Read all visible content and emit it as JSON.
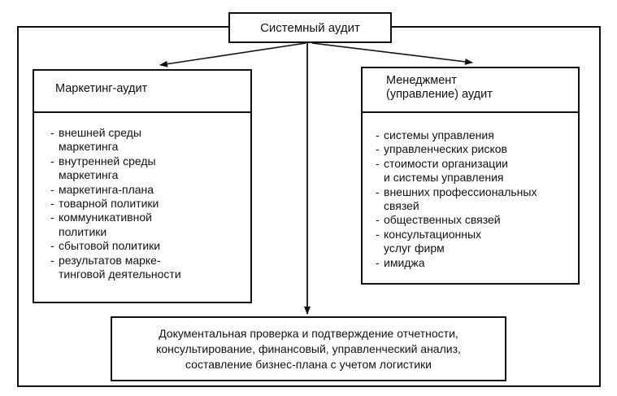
{
  "top_box": {
    "label": "Системный аудит"
  },
  "left_box": {
    "title": "Маркетинг-аудит",
    "items": [
      {
        "lines": [
          "внешней среды",
          "маркетинга"
        ]
      },
      {
        "lines": [
          "внутренней среды",
          "маркетинга"
        ]
      },
      {
        "lines": [
          "маркетинга-плана"
        ]
      },
      {
        "lines": [
          "товарной политики"
        ]
      },
      {
        "lines": [
          "коммуникативной",
          "политики"
        ]
      },
      {
        "lines": [
          "сбытовой политики"
        ]
      },
      {
        "lines": [
          "результатов марке-",
          "тинговой деятельности"
        ]
      }
    ]
  },
  "right_box": {
    "title_lines": [
      "Менеджмент",
      "(управление)  аудит"
    ],
    "items": [
      {
        "lines": [
          "системы управления"
        ]
      },
      {
        "lines": [
          "управленческих рисков"
        ]
      },
      {
        "lines": [
          "стоимости организации",
          "и системы управления"
        ]
      },
      {
        "lines": [
          "внешних профессиональных",
          "связей"
        ]
      },
      {
        "lines": [
          "общественных связей"
        ]
      },
      {
        "lines": [
          "консультационных",
          "услуг фирм"
        ]
      },
      {
        "lines": [
          "имиджа"
        ]
      }
    ]
  },
  "bottom_box": {
    "lines": [
      "Документальная проверка и подтверждение отчетности,",
      "консультирование, финансовый, управленческий анализ,",
      "составление бизнес-плана с учетом логистики"
    ]
  },
  "colors": {
    "line": "#111111",
    "background": "#ffffff"
  }
}
